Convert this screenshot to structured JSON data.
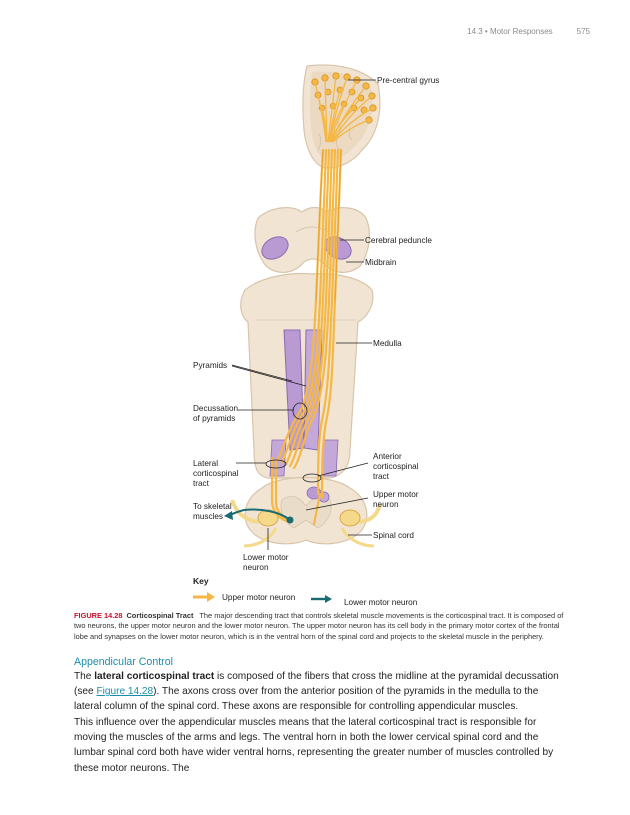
{
  "header": {
    "section": "14.3 • Motor Responses",
    "page_number": "575"
  },
  "figure": {
    "labels": {
      "precentral_gyrus": "Pre-central gyrus",
      "cerebral_peduncle": "Cerebral peduncle",
      "midbrain": "Midbrain",
      "medulla": "Medulla",
      "pyramids": "Pyramids",
      "decussation_1": "Decussation",
      "decussation_2": "of pyramids",
      "lateral_1": "Lateral",
      "lateral_2": "corticospinal",
      "lateral_3": "tract",
      "anterior_1": "Anterior",
      "anterior_2": "corticospinal",
      "anterior_3": "tract",
      "upper_motor_1": "Upper motor",
      "upper_motor_2": "neuron",
      "to_skeletal_1": "To skeletal",
      "to_skeletal_2": "muscles",
      "spinal_cord": "Spinal cord",
      "lower_motor_1": "Lower motor",
      "lower_motor_2": "neuron"
    },
    "key": {
      "title": "Key",
      "upper": "Upper motor neuron",
      "lower": "Lower motor neuron"
    },
    "colors": {
      "tract": "#f5b844",
      "tract_dark": "#d89320",
      "lower_neuron": "#1b6b73",
      "tissue": "#f1e4d3",
      "tissue_edge": "#d8c5ab",
      "pyramid": "#b99ad2",
      "pyramid_dark": "#8c6bb0",
      "gray_matter": "#e9dcc8"
    }
  },
  "caption": {
    "label": "FIGURE 14.28",
    "title": "Corticospinal Tract",
    "text": "The major descending tract that controls skeletal muscle movements is the corticospinal tract. It is composed of two neurons, the upper motor neuron and the lower motor neuron. The upper motor neuron has its cell body in the primary motor cortex of the frontal lobe and synapses on the lower motor neuron, which is in the ventral horn of the spinal cord and projects to the skeletal muscle in the periphery."
  },
  "section": {
    "heading": "Appendicular Control"
  },
  "paragraphs": {
    "p1_before": "The ",
    "p1_bold": "lateral corticospinal tract",
    "p1_mid": " is composed of the fibers that cross the midline at the pyramidal decussation (see ",
    "p1_link": "Figure 14.28",
    "p1_after": "). The axons cross over from the anterior position of the pyramids in the medulla to the lateral column of the spinal cord. These axons are responsible for controlling appendicular muscles.",
    "p2": "This influence over the appendicular muscles means that the lateral corticospinal tract is responsible for moving the muscles of the arms and legs. The ventral horn in both the lower cervical spinal cord and the lumbar spinal cord both have wider ventral horns, representing the greater number of muscles controlled by these motor neurons. The"
  }
}
